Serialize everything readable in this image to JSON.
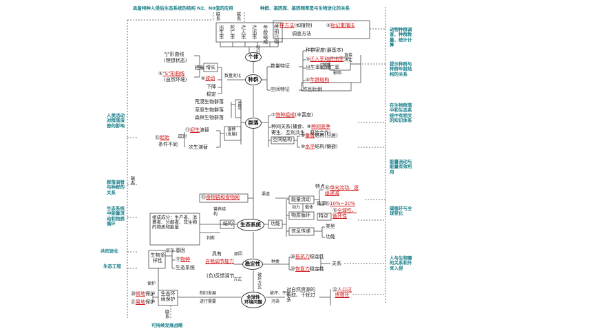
{
  "top": {
    "teal_left": "具备特种入侵后生态系统的结构\nN2、N0值的应用",
    "teal_right": "种群、基因库、基因频率是与生物进化的关系",
    "link_left": "联系",
    "link_right": "联系"
  },
  "features": [
    "出生率",
    "死亡率",
    "迁入率",
    "迁出率",
    "年龄组成",
    "性别比例"
  ],
  "methods": {
    "survey": "调查方法",
    "m1_num": "①",
    "m1_red": "样方法",
    "m1_suffix": "(如植物)",
    "m2_num": "②",
    "m2_red": "标记重捕法"
  },
  "teal_right_side": [
    "动物种群调查、种群数量、统计计算",
    "提示种群与种群年龄结构的关系",
    "在生物群落中和生态系统中有相关的知识体系",
    "能量流动与能量有效利用",
    "碳循环与全球变化",
    "人与生物圈的关系和外来入侵"
  ],
  "nodes": {
    "individual": "个体",
    "population": "种群",
    "community": "群落",
    "ecosystem": "生态系统",
    "stability": "稳定性",
    "global": "全球性\n环境问题",
    "structure": "结构",
    "function": "功能"
  },
  "growth": {
    "j_curve": "\"J\"形曲线",
    "j_note": "(理想状态)",
    "model": "模型",
    "increase": "增长",
    "five": "⑤",
    "s_curve": "\"S\"形曲线",
    "s_note": "(自然环境)",
    "six": "⑥",
    "fluctuation": "波动",
    "decline": "下降",
    "stable": "稳定",
    "quantity_change": "数量变化"
  },
  "pop_features": {
    "quantity": "数量特征",
    "spatial": "空间特征",
    "density": "种群密度(最基本)",
    "three": "③",
    "immig": "迁入率和迁出率",
    "birth": "出生率",
    "birth_death": "和死亡率",
    "four": "④",
    "age": "年龄结构",
    "sex": "性别比例",
    "direct": "直接决定",
    "predict": "预测",
    "influence": "影响",
    "char": "特征"
  },
  "community": {
    "seven": "⑦",
    "composition": "物种组成",
    "richness": "(丰富度)",
    "interspecies": "种间关系(捕食、",
    "eight": "⑧",
    "competition": "种间竞争",
    "parasitism": "寄生、互利共生、原始合作)",
    "spatial": "空间结构",
    "nine": "⑨",
    "vertical": "垂直",
    "vertical_suffix": "结构(分层)",
    "ten": "⑩",
    "horizontal": "水平",
    "horizontal_suffix": "结构(镶嵌)",
    "desert": "荒漠生物群落",
    "grassland": "草原生物群落",
    "forest": "森林生物群落",
    "types": "类型",
    "succession": "演替\n(发展)",
    "eleven": "⑪",
    "primary": "初生",
    "primary_suffix": "演替",
    "twelve": "⑫",
    "origin": "起始",
    "conditions": "条件不同",
    "difference": "区别",
    "secondary": "次生演替"
  },
  "ecosystem": {
    "thirteen": "⑬",
    "food_chain": "食物链和食物网",
    "channel": "渠道",
    "nutrition": "营养结构",
    "composition_title": "组成成分：生产者、消费者、分解者、非生物的物质和能量",
    "energy": "能量流动",
    "features": "特点",
    "fourteen": "⑭",
    "one_way": "单向流动、逐级递减",
    "efficiency": "效率",
    "fifteen": "⑮",
    "percent": "10%~20%",
    "power": "动力",
    "carrier": "载体",
    "material": "物质循环",
    "sixteen": "⑯",
    "global_c": "全球性、循环性",
    "info": "信息传递",
    "types": "类型",
    "function_label": "功能",
    "judge": "判断"
  },
  "stability": {
    "biodiversity": "生物多样性",
    "levels": "层次",
    "gene": "基因",
    "seventeen": "⑰",
    "species": "物种",
    "ecosystem": "生态系统",
    "has": "具有",
    "self_reg": "自我调节能力",
    "reason": "原因",
    "negative": "(负)反馈调节",
    "mode": "方式",
    "type": "种类",
    "eighteen": "⑱",
    "resistance": "抵抗力",
    "stability_label": "稳定性",
    "nineteen": "⑲",
    "resilience": "恢复力",
    "relation": "关系",
    "destroy": "破坏方式"
  },
  "environment": {
    "eco_env": "生态环境保护",
    "twenty": "⑳",
    "in_situ": "就地",
    "protect": "保护",
    "twentyone": "㉑",
    "ex_situ": "易地",
    "conditions": "制约发展",
    "needs": "进行需要",
    "destruction": "破坏、干扰",
    "pollution": "污染",
    "overuse": "对自然资源的索取、干扰过多",
    "twentytwo": "㉒",
    "pop_growth": "人口过快增长"
  },
  "teal_left_side": {
    "people": "人类活动对群落演替的影响",
    "link": "联系",
    "pop": "群落演替与种群的关系",
    "eco": "生态系统中能量流动和物质循环",
    "evo": "共同进化",
    "eng": "生态工程"
  },
  "bottom": {
    "link": "联系",
    "teal": "可持续发展战略"
  }
}
